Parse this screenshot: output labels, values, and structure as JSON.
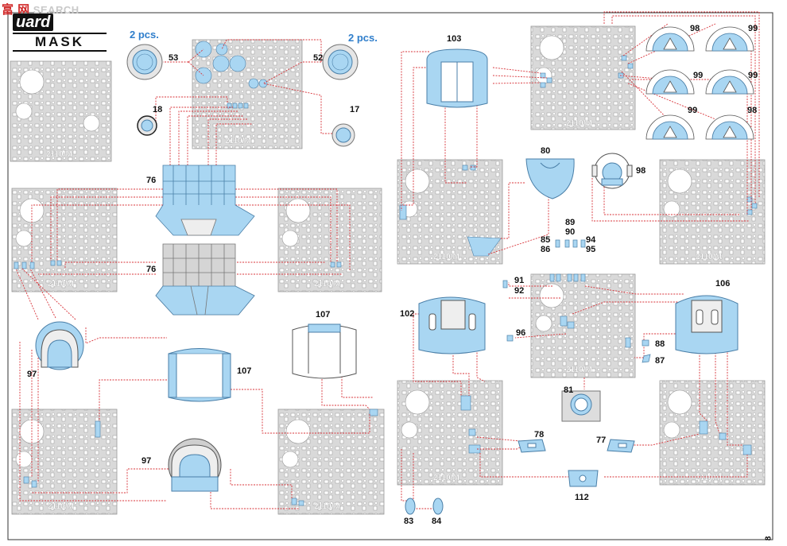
{
  "header": {
    "watermark_cn": "富 网",
    "watermark": "SEARCH",
    "brand_top": "uard",
    "brand_bottom": "MASK"
  },
  "qty_left": "2 pcs.",
  "qty_right": "2 pcs.",
  "fret_stamp": "2110/M",
  "parts": {
    "p53": "53",
    "p52": "52",
    "p18": "18",
    "p17": "17",
    "p76a": "76",
    "p76b": "76",
    "p97a": "97",
    "p97b": "97",
    "p107a": "107",
    "p107b": "107",
    "p103": "103",
    "p80": "80",
    "p98a": "98",
    "p98b": "98",
    "p98c": "98",
    "p99a": "99",
    "p99b": "99",
    "p99c": "99",
    "p99d": "99",
    "p89": "89",
    "p90": "90",
    "p85": "85",
    "p86": "86",
    "p94": "94",
    "p95": "95",
    "p91": "91",
    "p92": "92",
    "p102": "102",
    "p106": "106",
    "p96": "96",
    "p88": "88",
    "p87": "87",
    "p81": "81",
    "p78": "78",
    "p77": "77",
    "p112": "112",
    "p83": "83",
    "p84": "84"
  },
  "page_number": "8",
  "colors": {
    "mask_blue": "#a9d6f2",
    "leader_red": "#d8343a",
    "fret_grey": "#d9d9d9"
  }
}
